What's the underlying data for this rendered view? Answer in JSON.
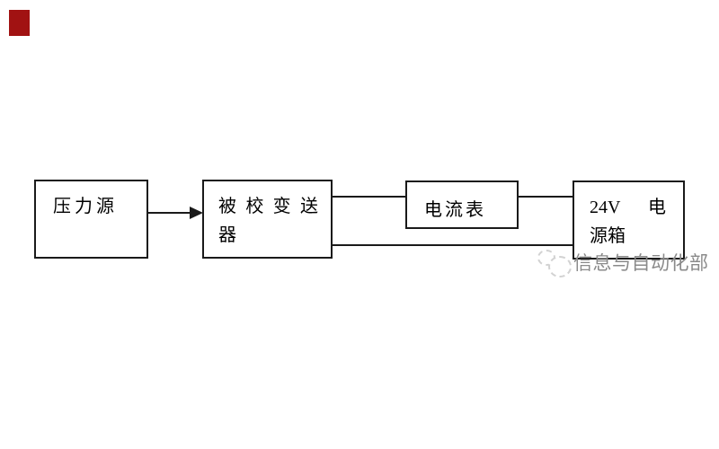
{
  "canvas": {
    "background": "#ffffff",
    "line_color": "#1a1a1a"
  },
  "marker": {
    "color": "#a11212"
  },
  "diagram": {
    "pressure_source": {
      "label": "压力源"
    },
    "transmitter": {
      "char1": "被",
      "char2": "校",
      "char3": "变",
      "char4": "送",
      "line2": "器"
    },
    "ammeter": {
      "label": "电流表"
    },
    "power_supply": {
      "line1_left": "24V",
      "line1_right": "电",
      "line2": "源箱"
    }
  },
  "watermark": {
    "text": "信息与自动化部",
    "color": "#8a8a8a"
  }
}
